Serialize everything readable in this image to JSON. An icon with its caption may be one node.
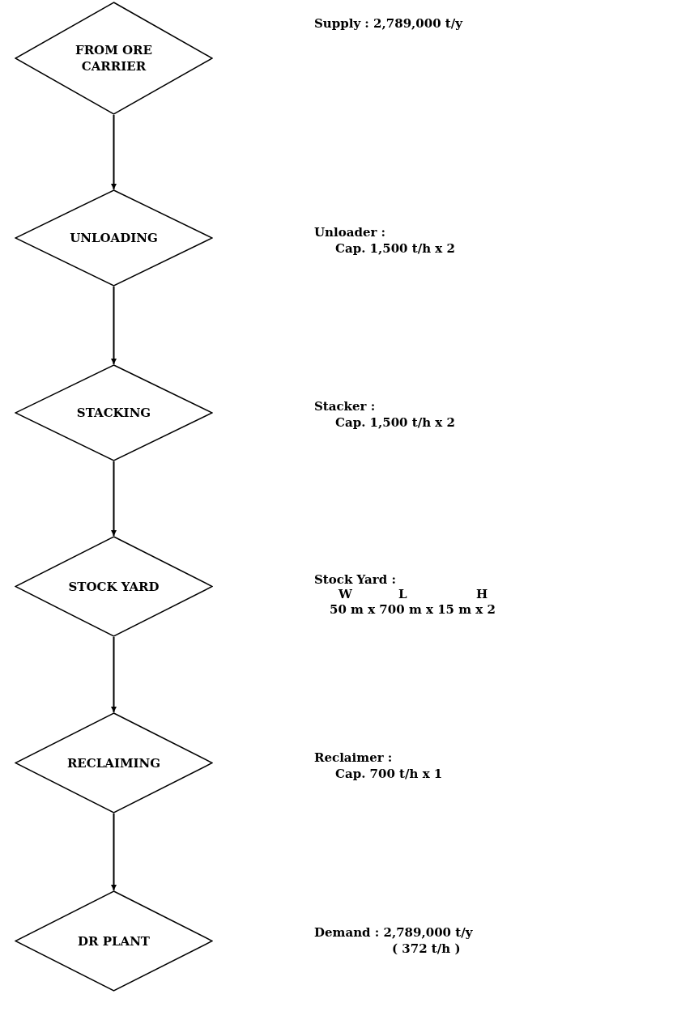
{
  "diagram": {
    "nodes": [
      {
        "text": [
          "FROM ORE CARRIER"
        ]
      },
      {
        "text": [
          "UNLOADING"
        ],
        "beside": [
          "Unloader :",
          "Cap. 1,500 t/h x 2"
        ]
      },
      {
        "text": [
          "STACKING"
        ],
        "beside": [
          "Stacker :",
          "Cap. 1,500 t/h x 2"
        ]
      },
      {
        "text": [
          "STOCK YARD"
        ],
        "beside": [
          "Stock Yard :",
          "W",
          "L",
          "H",
          "50 m x 700 m x 15 m x 2"
        ]
      },
      {
        "text": [
          "RECLAIMING"
        ],
        "beside": [
          "Reclaimer :",
          "Cap. 700 t/h x 1"
        ]
      },
      {
        "text": [
          "DR PLANT"
        ],
        "beside": [
          "Demand : 2,789,000 t/y",
          "( 372 t/h )"
        ]
      }
    ],
    "edges": [
      {
        "from": 0,
        "to": 1,
        "arrow": "to"
      },
      {
        "from": 1,
        "to": 2,
        "arrow": "to"
      },
      {
        "from": 2,
        "to": 3,
        "arrow": "to"
      },
      {
        "from": 3,
        "to": 4,
        "arrow": "to"
      },
      {
        "from": 4,
        "to": 5,
        "arrow": "to"
      }
    ],
    "labels": [
      "Supply : 2,789,000 t/y"
    ]
  }
}
